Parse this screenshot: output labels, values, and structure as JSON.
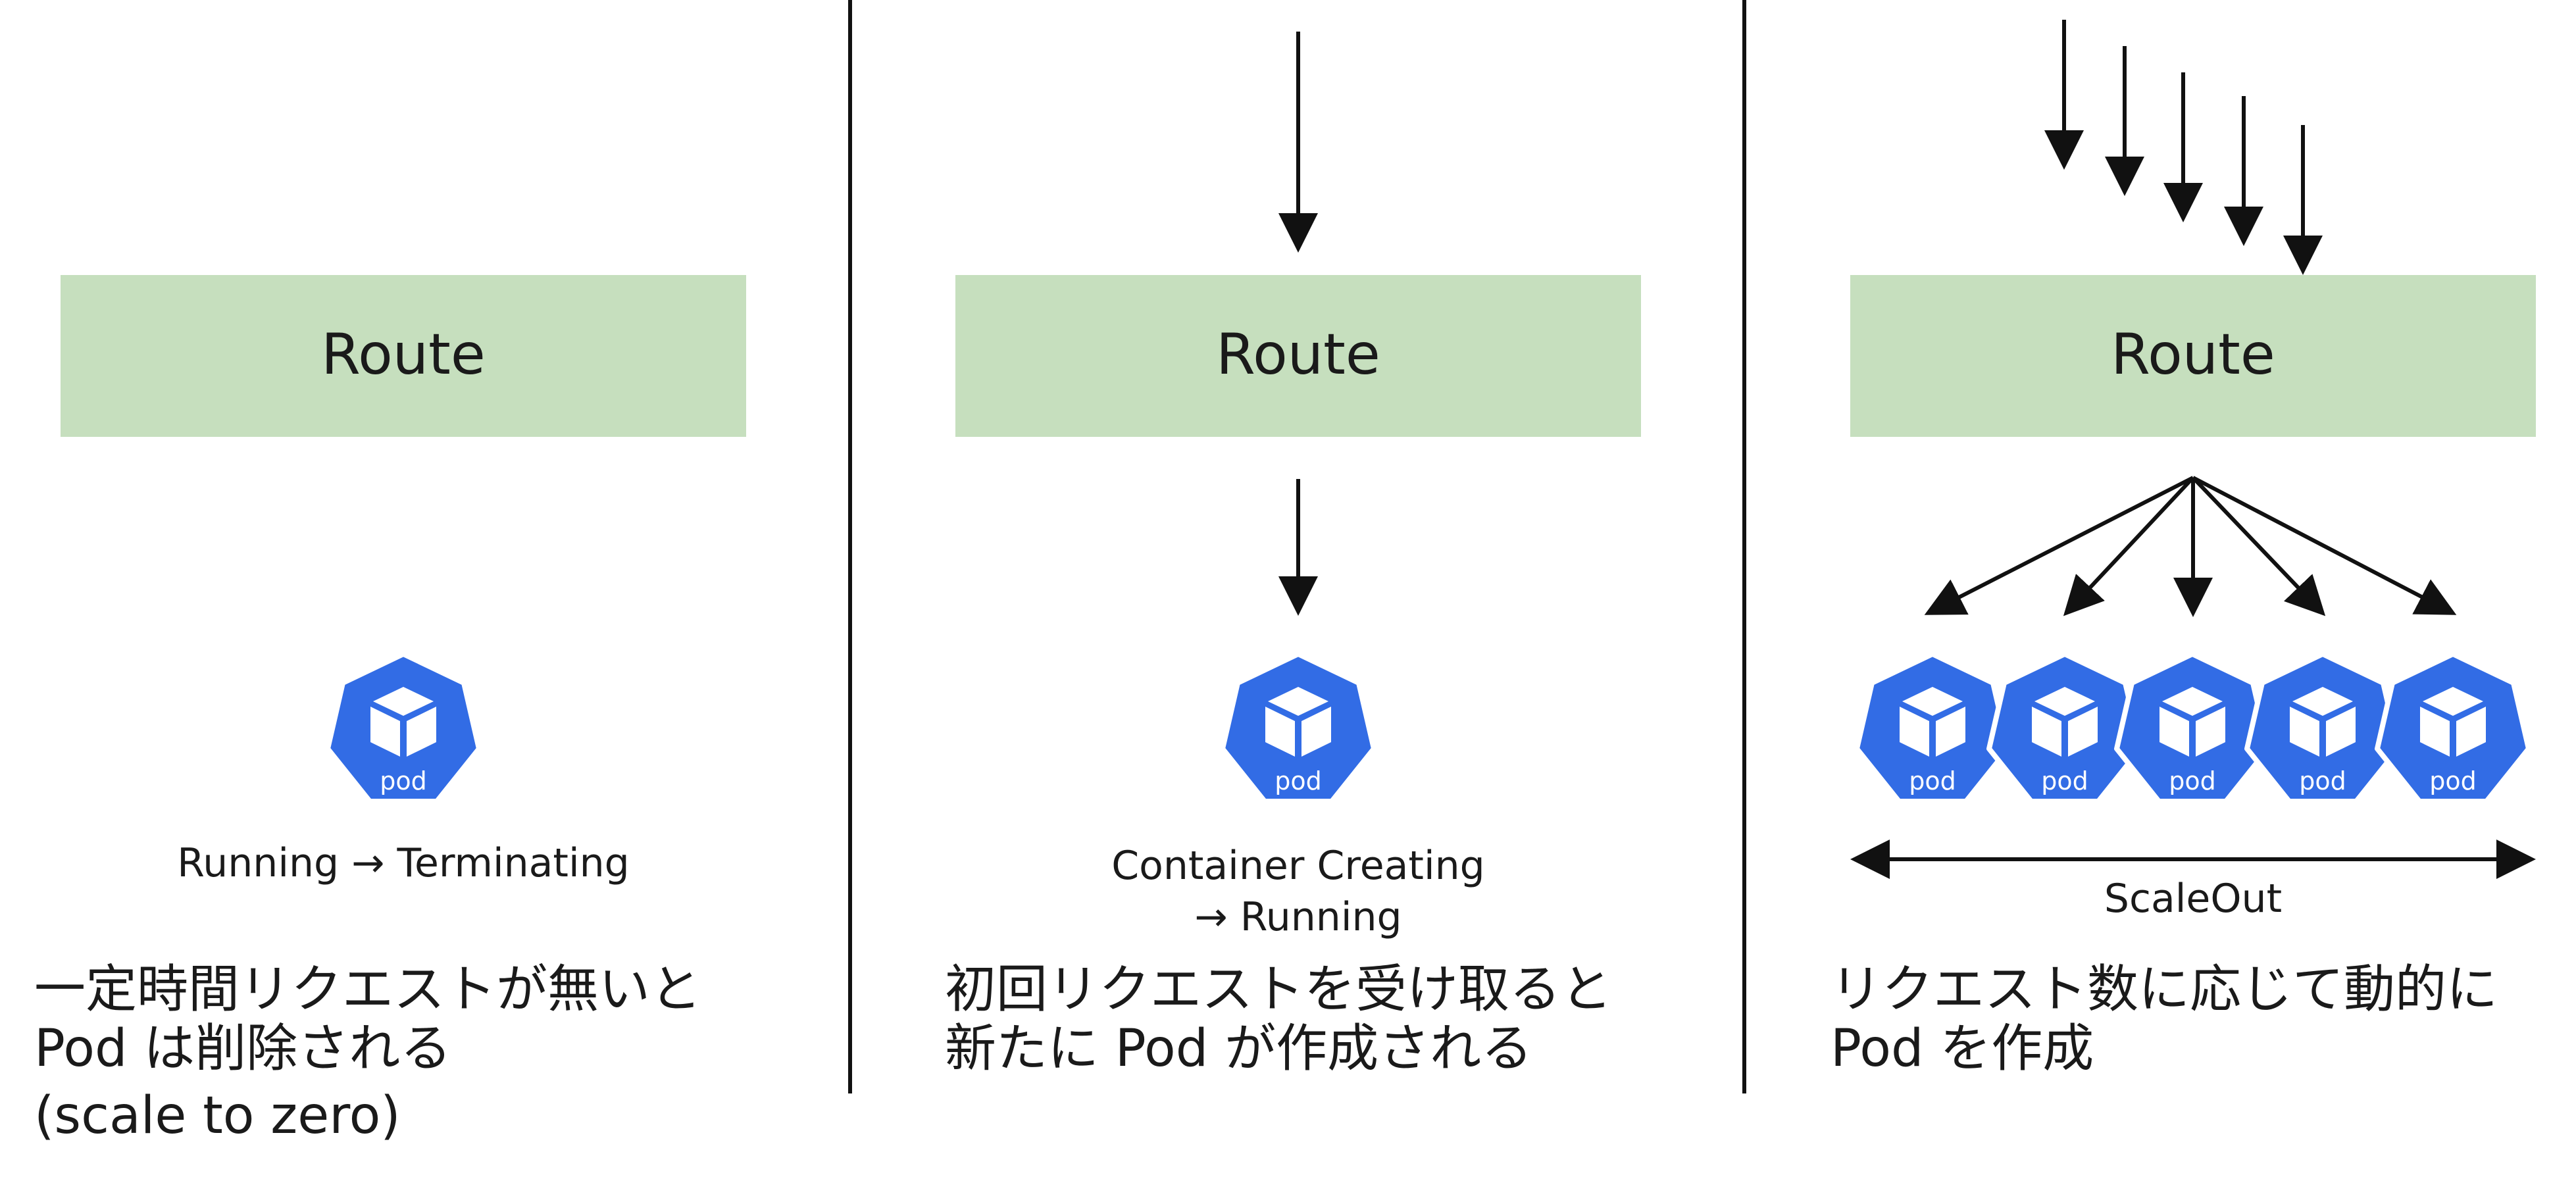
{
  "colors": {
    "route_fill": "#c6dfbe",
    "pod_fill": "#326ce5",
    "line": "#111111"
  },
  "panels": [
    {
      "route_label": "Route",
      "status": [
        "Running → Terminating"
      ],
      "caption": [
        "一定時間リクエストが無いと",
        "Pod は削除される",
        "(scale to zero)"
      ],
      "pods": [
        "pod"
      ]
    },
    {
      "route_label": "Route",
      "status": [
        "Container Creating",
        "→ Running"
      ],
      "caption": [
        "初回リクエストを受け取ると",
        "新たに Pod が作成される"
      ],
      "pods": [
        "pod"
      ]
    },
    {
      "route_label": "Route",
      "status": [
        "ScaleOut"
      ],
      "caption": [
        "リクエスト数に応じて動的に",
        "Pod を作成"
      ],
      "pods": [
        "pod",
        "pod",
        "pod",
        "pod",
        "pod"
      ]
    }
  ]
}
